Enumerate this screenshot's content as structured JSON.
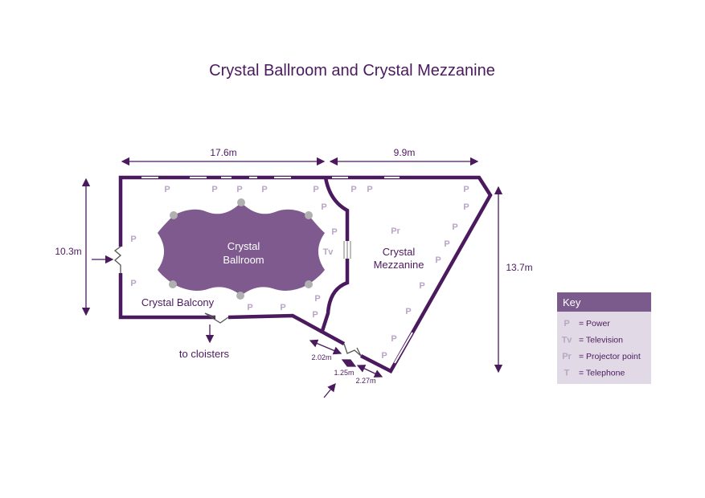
{
  "title": "Crystal Ballroom and Crystal Mezzanine",
  "dimensions": {
    "ballroom_width": "17.6m",
    "mezzanine_width": "9.9m",
    "ballroom_depth": "10.3m",
    "mezzanine_depth": "13.7m",
    "door_left": "2.02m",
    "door_width": "1.25m",
    "door_right": "2.27m"
  },
  "rooms": {
    "ballroom_line1": "Crystal",
    "ballroom_line2": "Ballroom",
    "mezzanine_line1": "Crystal",
    "mezzanine_line2": "Mezzanine",
    "balcony": "Crystal Balcony"
  },
  "exit_label": "to cloisters",
  "markers": {
    "power": "P",
    "television": "Tv",
    "projector": "Pr",
    "telephone": "T"
  },
  "key": {
    "title": "Key",
    "items": [
      {
        "symbol": "P",
        "label": "= Power"
      },
      {
        "symbol": "Tv",
        "label": "= Television"
      },
      {
        "symbol": "Pr",
        "label": "= Projector point"
      },
      {
        "symbol": "T",
        "label": "= Telephone"
      }
    ]
  },
  "colors": {
    "wall": "#4b1a5e",
    "room_fill": "#7e5a8e",
    "marker": "#b9a6c6",
    "key_header": "#7b5a8c",
    "key_body": "#e1d9e5",
    "column": "#b0b0b0"
  }
}
